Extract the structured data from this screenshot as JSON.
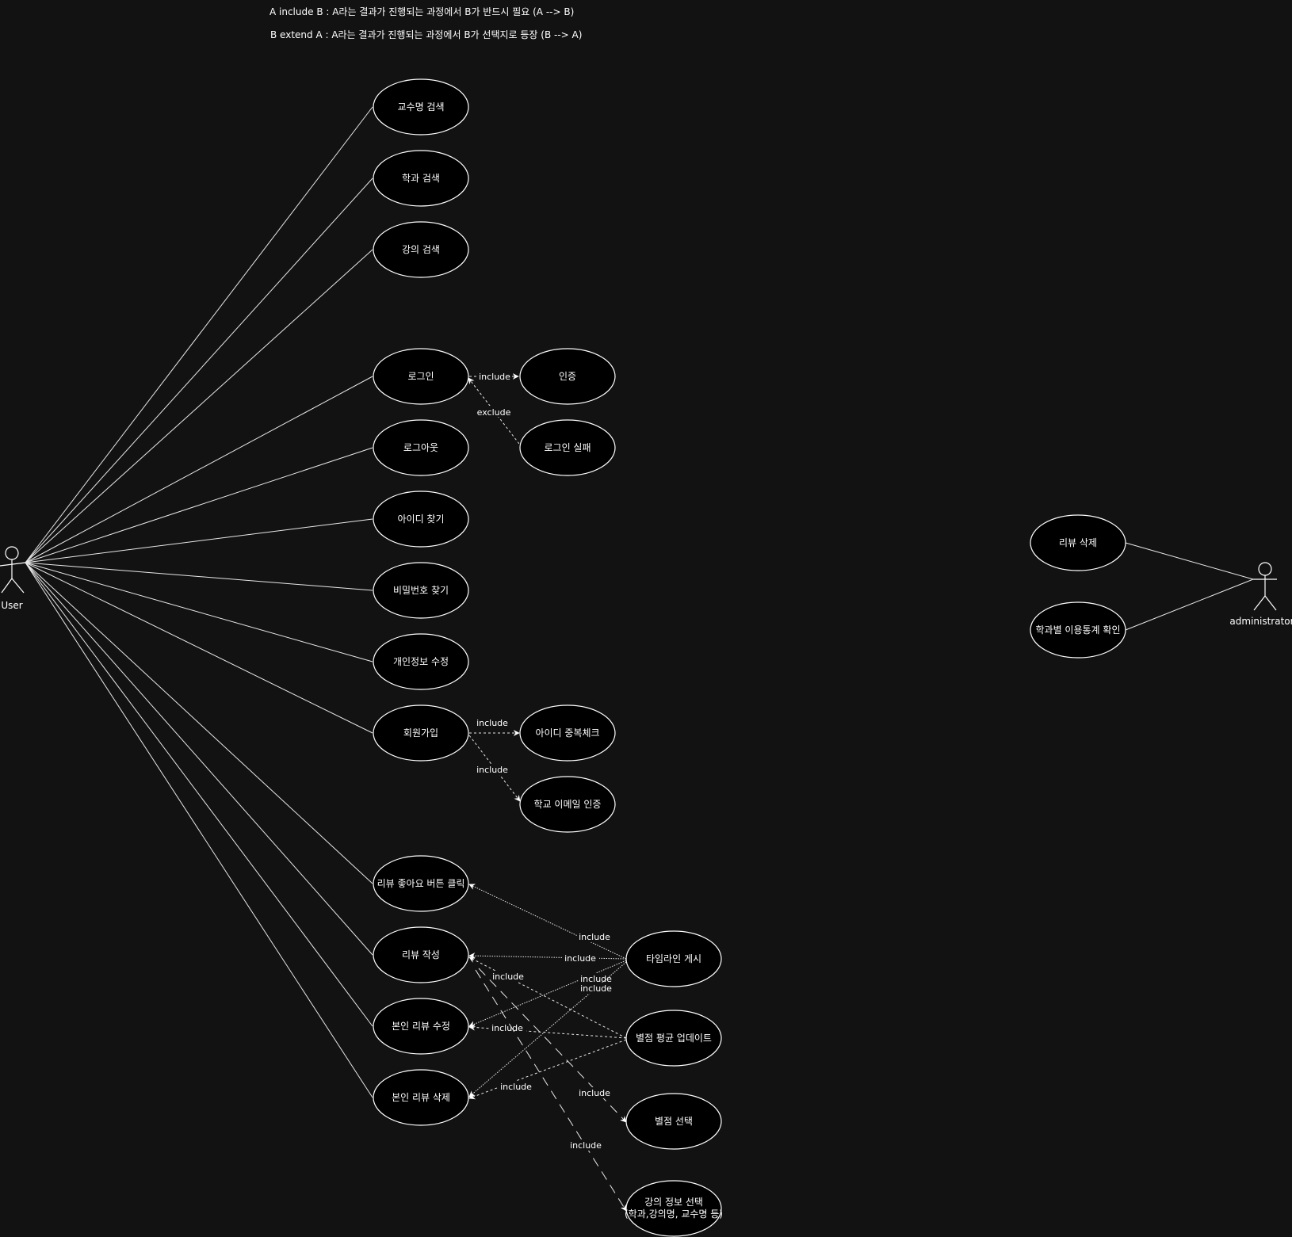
{
  "notes": {
    "include_rule": "A include B : A라는 결과가 진행되는 과정에서 B가 반드시 필요 (A --> B)",
    "extend_rule": "B extend A : A라는 결과가 진행되는 과정에서 B가 선택지로 등장 (B --> A)"
  },
  "actors": {
    "user": "User",
    "admin": "administrator"
  },
  "use_cases": {
    "search_professor": "교수명 검색",
    "search_department": "학과 검색",
    "search_lecture": "강의 검색",
    "login": "로그인",
    "auth": "인증",
    "login_fail": "로그인 실패",
    "logout": "로그아웃",
    "find_id": "아이디 찾기",
    "find_password": "비밀번호 찾기",
    "edit_profile": "개인정보 수정",
    "signup": "회원가입",
    "id_dup_check": "아이디 중복체크",
    "school_email_auth": "학교 이메일 인증",
    "review_like": "리뷰 좋아요 버튼 클릭",
    "write_review": "리뷰 작성",
    "edit_own_review": "본인 리뷰 수정",
    "delete_own_review": "본인 리뷰 삭제",
    "timeline_post": "타임라인 게시",
    "rating_avg_update": "별점 평균 업데이트",
    "rating_select": "별점 선택",
    "lecture_info_select_line1": "강의 정보 선택",
    "lecture_info_select_line2": "(학과,강의명, 교수명 등)",
    "delete_review": "리뷰 삭제",
    "dept_usage_stats": "학과별 이용통계 확인"
  },
  "relations": {
    "include": "include",
    "exclude": "exclude"
  },
  "colors": {
    "background": "#121212",
    "ellipse_fill": "#000000",
    "stroke": "#ffffff"
  }
}
